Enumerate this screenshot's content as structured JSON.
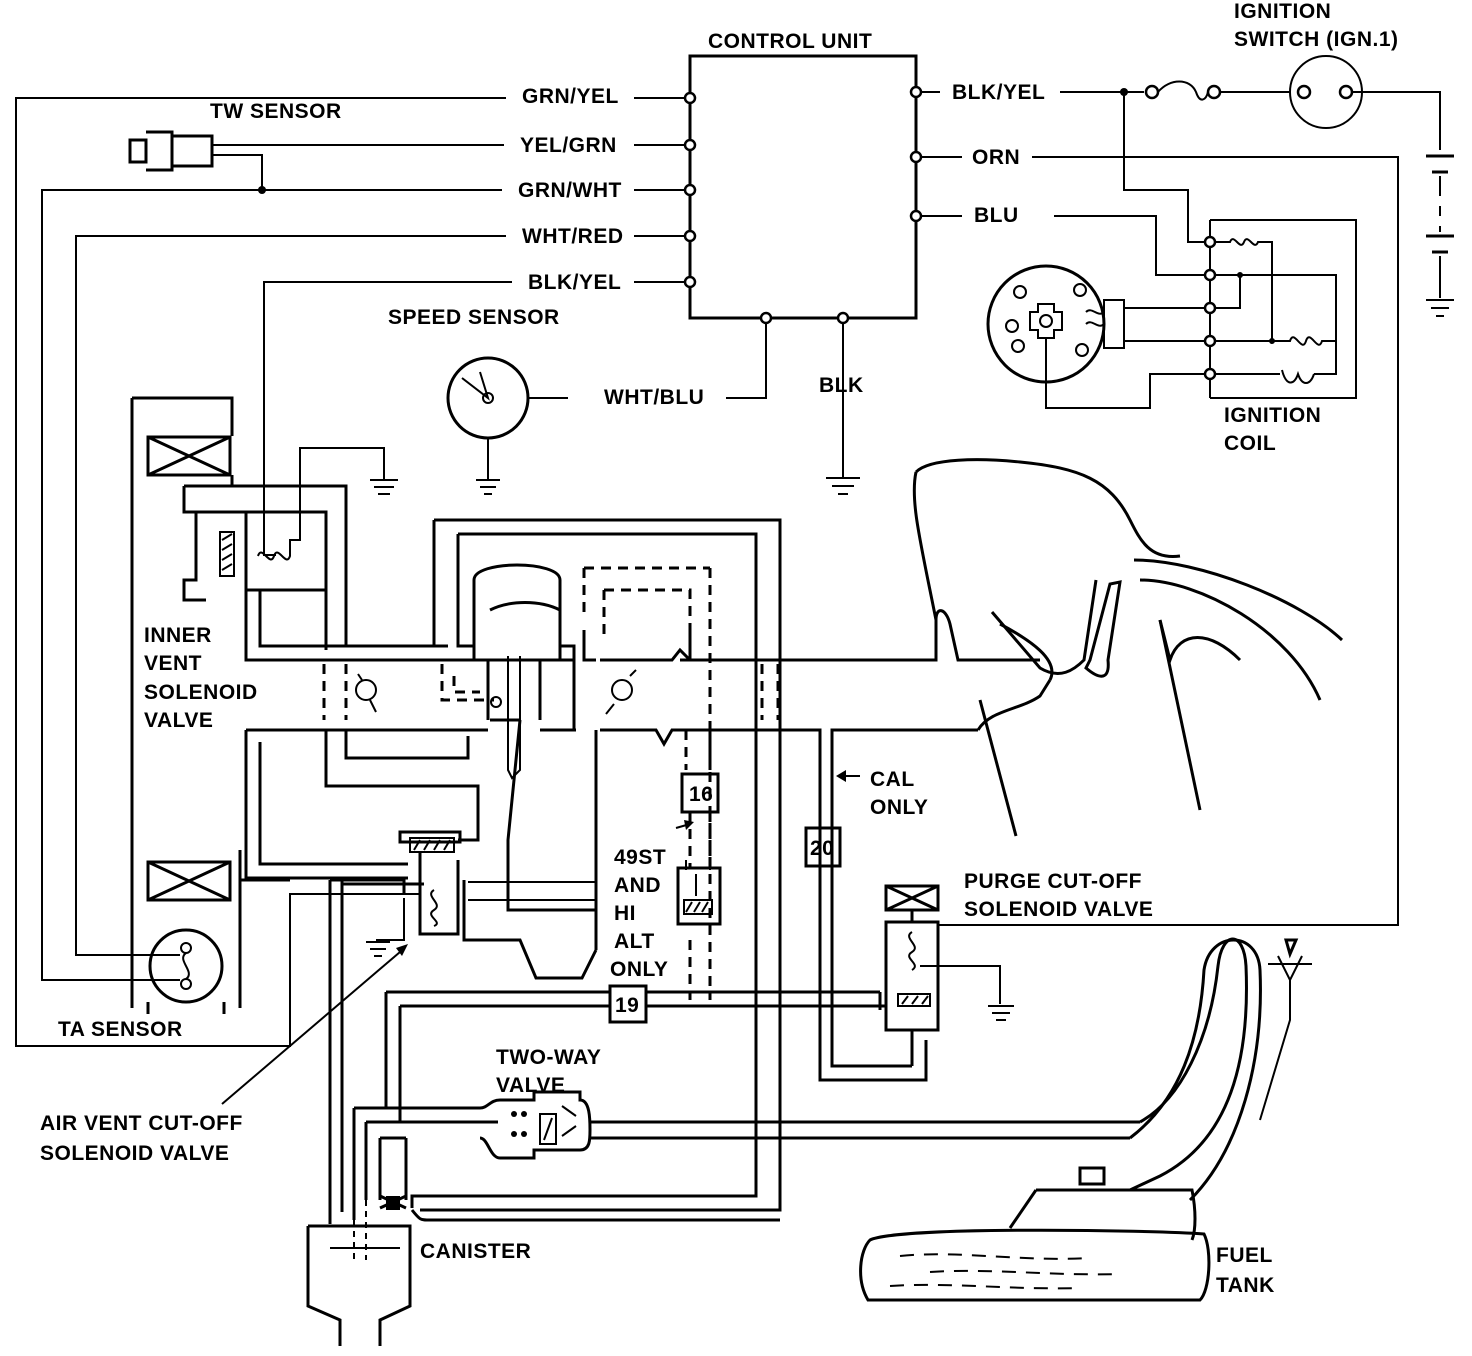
{
  "labels": {
    "control_unit": "CONTROL UNIT",
    "ignition_switch_line1": "IGNITION",
    "ignition_switch_line2": "SWITCH (IGN.1)",
    "tw_sensor": "TW SENSOR",
    "speed_sensor": "SPEED SENSOR",
    "ignition_coil_line1": "IGNITION",
    "ignition_coil_line2": "COIL",
    "inner_vent_line1": "INNER",
    "inner_vent_line2": "VENT",
    "inner_vent_line3": "SOLENOID",
    "inner_vent_line4": "VALVE",
    "cal_only_line1": "CAL",
    "cal_only_line2": "ONLY",
    "note_49st_line1": "49ST",
    "note_49st_line2": "AND",
    "note_49st_line3": "HI",
    "note_49st_line4": "ALT",
    "note_49st_line5": "ONLY",
    "purge_cutoff_line1": "PURGE CUT-OFF",
    "purge_cutoff_line2": "SOLENOID VALVE",
    "ta_sensor": "TA SENSOR",
    "two_way_line1": "TWO-WAY",
    "two_way_line2": "VALVE",
    "air_vent_line1": "AIR VENT CUT-OFF",
    "air_vent_line2": "SOLENOID VALVE",
    "canister": "CANISTER",
    "fuel_tank_line1": "FUEL",
    "fuel_tank_line2": "TANK"
  },
  "wires": {
    "left_1": "GRN/YEL",
    "left_2": "YEL/GRN",
    "left_3": "GRN/WHT",
    "left_4": "WHT/RED",
    "left_5": "BLK/YEL",
    "right_1": "BLK/YEL",
    "right_2": "ORN",
    "right_3": "BLU",
    "speed_sensor": "WHT/BLU",
    "ground": "BLK"
  },
  "hoses": {
    "hose_16": "16",
    "hose_19": "19",
    "hose_20": "20"
  }
}
